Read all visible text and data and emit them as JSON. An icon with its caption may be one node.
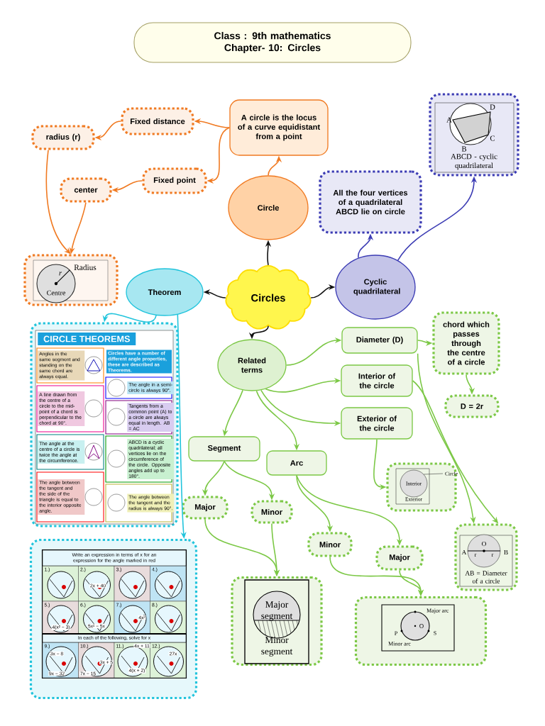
{
  "diagram": {
    "nodes": [
      {
        "text": [
          "Class : 9th mathematics",
          "Chapter- 10: Circles"
        ]
      },
      {
        "text": [
          "Fixed distance"
        ]
      },
      {
        "text": [
          "A circle is the locus of a curve equidistant from a point"
        ]
      },
      {
        "text": [
          "radius (r)"
        ]
      },
      {
        "text": [
          "Fixed point"
        ]
      },
      {
        "text": [
          "center"
        ]
      },
      {
        "text": [
          "Radius",
          "r",
          "Centre"
        ]
      },
      {
        "text": [
          "Circle"
        ]
      },
      {
        "text": [
          "D",
          "A",
          "C",
          "B",
          "ABCD - cyclic quadrilateral"
        ]
      },
      {
        "text": [
          "All the four vertices of a quadrilateral ABCD lie on circle"
        ]
      },
      {
        "text": [
          "Theorem"
        ]
      },
      {
        "text": [
          "Circles"
        ]
      },
      {
        "text": [
          "Cyclic quadrilateral"
        ]
      },
      {
        "text": [
          "Diameter (D)"
        ]
      },
      {
        "text": [
          "chord which passes through the centre of a circle"
        ]
      },
      {
        "text": [
          "Related terms"
        ]
      },
      {
        "text": [
          "Interior of the circle"
        ]
      },
      {
        "text": [
          "CIRCLE THEOREMS",
          "Circles have a number of different angle properties, these are described as Theorems.",
          "Angles in the same segment and standing on the same chord are always equal.",
          "A line drawn from the centre of a circle to the mid-point of a chord is perpendicular to the chord at 90°.",
          "The angle at the centre of a circle is twice the angle at the circumference.",
          "The angle between the tangent and the side of the triangle is equal to the interior opposite angle.",
          "The angle in a semi-circle is always 90°.",
          "Tangents from a common point (A) to a circle are always equal in length. AB = AC",
          "ABCD is a cyclic quadrilateral; all vertices lie on the circumference of the circle. Opposite angles add up to 180°.",
          "The angle between the tangent and the radius is always 90°."
        ]
      },
      {
        "text": [
          "D = 2r"
        ]
      },
      {
        "text": [
          "Exterior of the circle"
        ]
      },
      {
        "text": [
          "Segment"
        ]
      },
      {
        "text": [
          "Arc"
        ]
      },
      {
        "text": [
          "Circle",
          "Interior",
          "Exterior"
        ]
      },
      {
        "text": [
          "Major"
        ]
      },
      {
        "text": [
          "Minor"
        ]
      },
      {
        "text": [
          "Minor"
        ]
      },
      {
        "text": [
          "Major"
        ]
      },
      {
        "text": [
          "O",
          "A",
          "r",
          "r",
          "B",
          "AB = Diameter of a circle"
        ]
      },
      {
        "text": [
          "Write an expression in terms of x for an expression for the angle marked in red",
          "1.)",
          "2.)",
          "2x + 40",
          "3.)",
          "4.)",
          "5.)",
          "4(x² − 3)",
          "6.)",
          "5x² − 5x",
          "7.)",
          "4x²",
          "8.)",
          "In each of the following, solve for x",
          "9.)",
          "3x − 8",
          "9x − 32",
          "10.)",
          "7x − 15",
          "3x + 5",
          "11.)",
          "4x + 11",
          "4(x + 2)",
          "12.)",
          "27x"
        ]
      },
      {
        "text": [
          "Major segment",
          "Minor segment"
        ]
      },
      {
        "text": [
          "Major arc",
          "O",
          "P",
          "S",
          "Minor arc"
        ]
      }
    ],
    "edges": [
      {
        "from": 2,
        "to": 1,
        "arrow": "to",
        "color": "#f07a22"
      },
      {
        "from": 2,
        "to": 4,
        "arrow": "to",
        "color": "#f07a22"
      },
      {
        "from": 1,
        "to": 3,
        "arrow": "to",
        "color": "#f07a22"
      },
      {
        "from": 4,
        "to": 5,
        "arrow": "to",
        "color": "#f07a22"
      },
      {
        "from": 3,
        "to": 6,
        "arrow": "to",
        "color": "#f07a22"
      },
      {
        "from": 5,
        "to": 6,
        "arrow": "to",
        "color": "#f07a22"
      },
      {
        "from": 7,
        "to": 2,
        "arrow": "to",
        "color": "#f07a22"
      },
      {
        "from": 11,
        "to": 7,
        "arrow": "to",
        "color": "#111111"
      },
      {
        "from": 11,
        "to": 10,
        "arrow": "to",
        "color": "#111111"
      },
      {
        "from": 11,
        "to": 12,
        "arrow": "to",
        "color": "#111111"
      },
      {
        "from": 11,
        "to": 15,
        "arrow": "to",
        "color": "#111111"
      },
      {
        "from": 12,
        "to": 9,
        "arrow": "to",
        "color": "#3c3cb4"
      },
      {
        "from": 12,
        "to": 8,
        "arrow": "to",
        "color": "#3c3cb4"
      },
      {
        "from": 10,
        "to": 17,
        "arrow": "to",
        "color": "#22c4dc"
      },
      {
        "from": 10,
        "to": 28,
        "arrow": "to",
        "color": "#22c4dc"
      },
      {
        "from": 15,
        "to": 13,
        "arrow": "to"
      },
      {
        "from": 15,
        "to": 16,
        "arrow": "to"
      },
      {
        "from": 15,
        "to": 19,
        "arrow": "to"
      },
      {
        "from": 15,
        "to": 20,
        "arrow": "to"
      },
      {
        "from": 15,
        "to": 21,
        "arrow": "to"
      },
      {
        "from": 13,
        "to": 14,
        "arrow": "to"
      },
      {
        "from": 14,
        "to": 18,
        "arrow": "to"
      },
      {
        "from": 19,
        "to": 22,
        "arrow": "to"
      },
      {
        "from": 20,
        "to": 23,
        "arrow": "to"
      },
      {
        "from": 20,
        "to": 24,
        "arrow": "to"
      },
      {
        "from": 21,
        "to": 25,
        "arrow": "to"
      },
      {
        "from": 21,
        "to": 26,
        "arrow": "to"
      },
      {
        "from": 23,
        "to": 29,
        "arrow": "to"
      },
      {
        "from": 24,
        "to": 29,
        "arrow": "to"
      },
      {
        "from": 25,
        "to": 30,
        "arrow": "to"
      },
      {
        "from": 26,
        "to": 30,
        "arrow": "to"
      },
      {
        "from": 13,
        "to": 27,
        "arrow": "to"
      },
      {
        "from": 16,
        "to": 27,
        "arrow": "to"
      }
    ]
  }
}
